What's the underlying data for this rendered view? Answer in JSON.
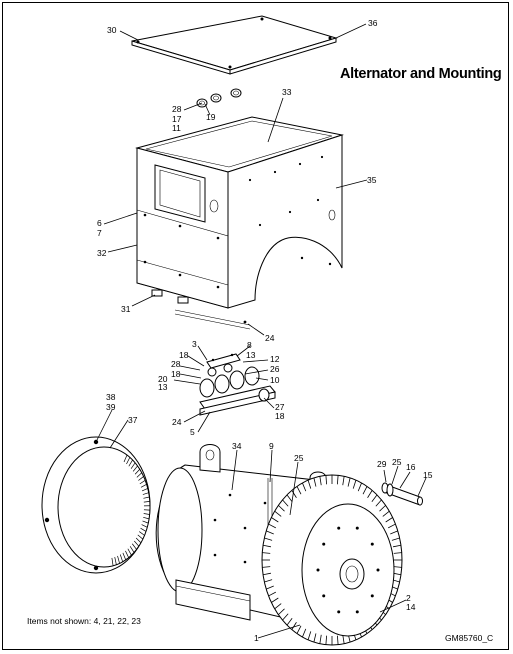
{
  "title": "Alternator and Mounting",
  "note": "Items not shown: 4, 21, 22, 23",
  "drawing_code": "GM85760_C",
  "callouts": {
    "c30": "30",
    "c36": "36",
    "c28a": "28",
    "c19": "19",
    "c17": "17",
    "c11": "11",
    "c33": "33",
    "c35": "35",
    "c6": "6",
    "c7": "7",
    "c32": "32",
    "c31": "31",
    "c24a": "24",
    "c3": "3",
    "c8": "8",
    "c18a": "18",
    "c13a": "13",
    "c28b": "28",
    "c12": "12",
    "c18b": "18",
    "c26": "26",
    "c20": "20",
    "c13b": "13",
    "c10": "10",
    "c27": "27",
    "c18c": "18",
    "c24b": "24",
    "c5": "5",
    "c38": "38",
    "c39": "39",
    "c37": "37",
    "c34": "34",
    "c9": "9",
    "c25a": "25",
    "c29": "29",
    "c25b": "25",
    "c16": "16",
    "c15": "15",
    "c2": "2",
    "c14": "14",
    "c1": "1"
  }
}
